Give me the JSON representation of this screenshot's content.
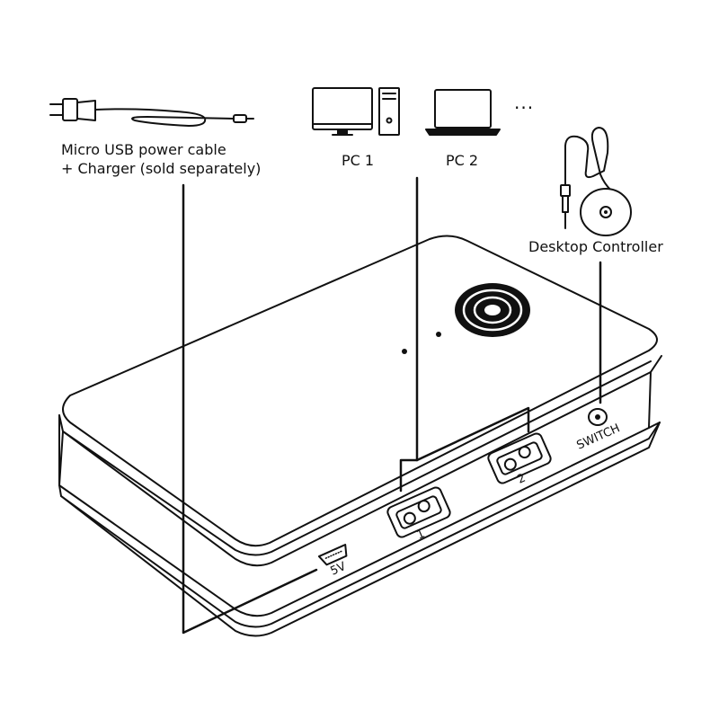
{
  "labels": {
    "cable_line1": "Micro USB power cable",
    "cable_line2": "+ Charger (sold separately)",
    "pc1": "PC 1",
    "pc2": "PC 2",
    "more": "...",
    "desktop_controller": "Desktop Controller"
  },
  "device": {
    "power_port": "5V",
    "port1": "1",
    "port2": "2",
    "switch": "SWITCH"
  },
  "icons": [
    "power-plug-icon",
    "monitor-icon",
    "pc-tower-icon",
    "laptop-icon",
    "desktop-controller-icon"
  ],
  "colors": {
    "stroke": "#111111",
    "background": "#ffffff"
  }
}
